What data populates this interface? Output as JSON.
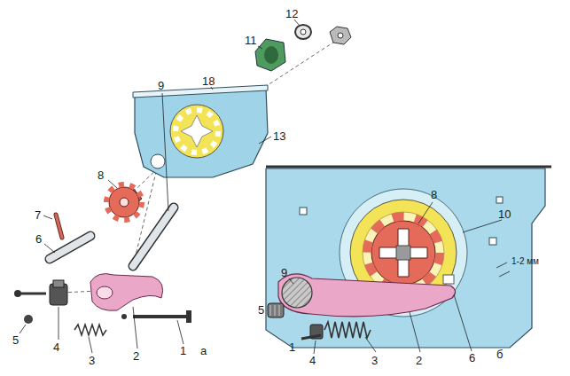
{
  "diagram": {
    "labels": [
      "12",
      "11",
      "18",
      "13",
      "9",
      "8",
      "7",
      "6",
      "5",
      "4",
      "3",
      "2",
      "1",
      "а",
      "8",
      "10",
      "9",
      "1-2 мм",
      "6",
      "5",
      "1",
      "4",
      "3",
      "2",
      "б"
    ]
  }
}
